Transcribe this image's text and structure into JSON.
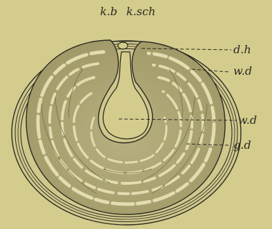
{
  "figure": {
    "top_labels": [
      "k.b",
      "k.sch"
    ],
    "right_labels": [
      "d.h",
      "w.d",
      "w.d",
      "g.d"
    ]
  },
  "colors": {
    "background": "#d4cc8c",
    "ink": "#2a2a22",
    "section_fill": "#a9a272",
    "section_fill_light": "#bdb585",
    "band_light": "#e2dcb0"
  }
}
